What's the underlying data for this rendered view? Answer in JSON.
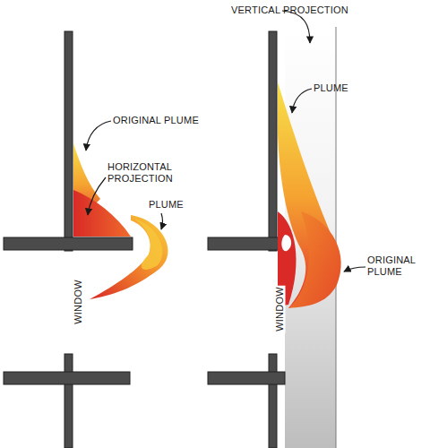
{
  "diagram": {
    "labels": [
      "VERTICAL PROJECTION",
      "ORIGINAL PLUME",
      "HORIZONTAL PROJECTION",
      "PLUME",
      "PLUME",
      "ORIGINAL PLUME",
      "WINDOW",
      "WINDOW"
    ]
  }
}
